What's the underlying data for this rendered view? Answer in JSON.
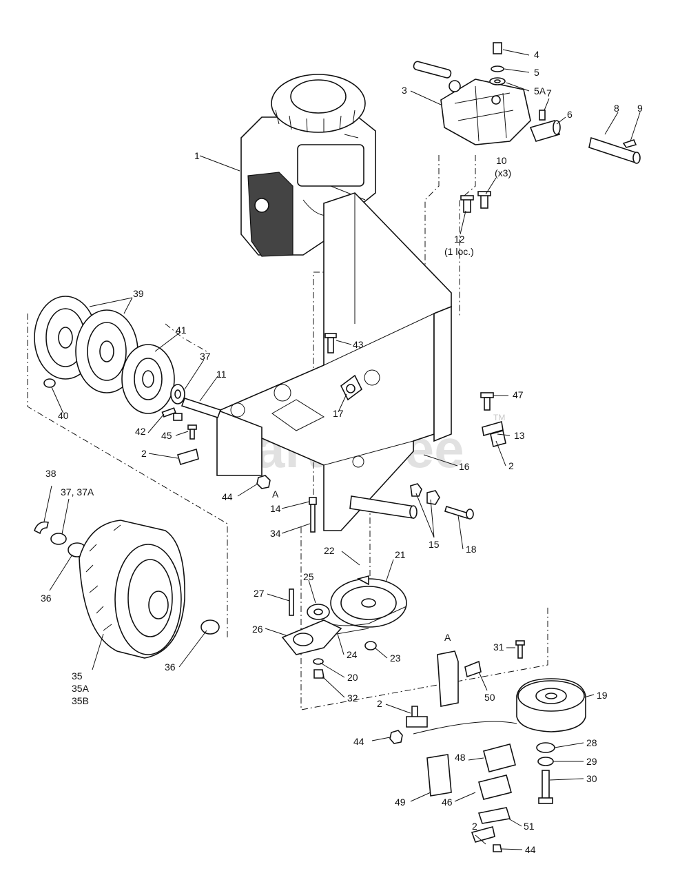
{
  "watermark": {
    "text": "PartsTree",
    "tm": "TM"
  },
  "callouts": [
    {
      "id": "c1",
      "text": "1"
    },
    {
      "id": "c2a",
      "text": "2"
    },
    {
      "id": "c2b",
      "text": "2"
    },
    {
      "id": "c2c",
      "text": "2"
    },
    {
      "id": "c2d",
      "text": "2"
    },
    {
      "id": "c3",
      "text": "3"
    },
    {
      "id": "c4",
      "text": "4"
    },
    {
      "id": "c5",
      "text": "5"
    },
    {
      "id": "c5a",
      "text": "5A"
    },
    {
      "id": "c6",
      "text": "6"
    },
    {
      "id": "c7",
      "text": "7"
    },
    {
      "id": "c8",
      "text": "8"
    },
    {
      "id": "c9",
      "text": "9"
    },
    {
      "id": "c10",
      "text": "10"
    },
    {
      "id": "c10q",
      "text": "(x3)"
    },
    {
      "id": "c11",
      "text": "11"
    },
    {
      "id": "c12",
      "text": "12"
    },
    {
      "id": "c12q",
      "text": "(1 loc.)"
    },
    {
      "id": "c13",
      "text": "13"
    },
    {
      "id": "c14",
      "text": "14"
    },
    {
      "id": "c15",
      "text": "15"
    },
    {
      "id": "c16",
      "text": "16"
    },
    {
      "id": "c17",
      "text": "17"
    },
    {
      "id": "c18",
      "text": "18"
    },
    {
      "id": "c19",
      "text": "19"
    },
    {
      "id": "c20",
      "text": "20"
    },
    {
      "id": "c21",
      "text": "21"
    },
    {
      "id": "c22",
      "text": "22"
    },
    {
      "id": "c23",
      "text": "23"
    },
    {
      "id": "c24",
      "text": "24"
    },
    {
      "id": "c25",
      "text": "25"
    },
    {
      "id": "c26",
      "text": "26"
    },
    {
      "id": "c27",
      "text": "27"
    },
    {
      "id": "c28",
      "text": "28"
    },
    {
      "id": "c29",
      "text": "29"
    },
    {
      "id": "c30",
      "text": "30"
    },
    {
      "id": "c31",
      "text": "31"
    },
    {
      "id": "c32",
      "text": "32"
    },
    {
      "id": "c34",
      "text": "34"
    },
    {
      "id": "c35",
      "text": "35"
    },
    {
      "id": "c35a",
      "text": "35A"
    },
    {
      "id": "c35b",
      "text": "35B"
    },
    {
      "id": "c36a",
      "text": "36"
    },
    {
      "id": "c36b",
      "text": "36"
    },
    {
      "id": "c37",
      "text": "37"
    },
    {
      "id": "c37b",
      "text": "37, 37A"
    },
    {
      "id": "c38",
      "text": "38"
    },
    {
      "id": "c39",
      "text": "39"
    },
    {
      "id": "c40",
      "text": "40"
    },
    {
      "id": "c41",
      "text": "41"
    },
    {
      "id": "c42",
      "text": "42"
    },
    {
      "id": "c43",
      "text": "43"
    },
    {
      "id": "c44a",
      "text": "44"
    },
    {
      "id": "c44b",
      "text": "44"
    },
    {
      "id": "c44c",
      "text": "44"
    },
    {
      "id": "c45",
      "text": "45"
    },
    {
      "id": "c46",
      "text": "46"
    },
    {
      "id": "c47",
      "text": "47"
    },
    {
      "id": "c48",
      "text": "48"
    },
    {
      "id": "c49",
      "text": "49"
    },
    {
      "id": "c50",
      "text": "50"
    },
    {
      "id": "c51",
      "text": "51"
    },
    {
      "id": "cA1",
      "text": "A"
    },
    {
      "id": "cA2",
      "text": "A"
    }
  ]
}
